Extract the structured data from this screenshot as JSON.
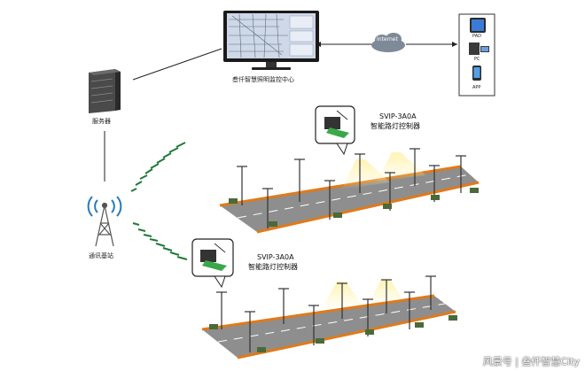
{
  "monitor_center": {
    "label": "叁仟智慧照明监控中心"
  },
  "server": {
    "label": "服务器"
  },
  "base_station": {
    "label": "通讯基站"
  },
  "internet": {
    "label": "Internet"
  },
  "devices": [
    {
      "label": "PAD",
      "icon": "tablet-icon"
    },
    {
      "label": "PC",
      "icon": "pc-icon"
    },
    {
      "label": "APP",
      "icon": "phone-icon"
    }
  ],
  "controller_top": {
    "model": "SVIP-3A0A",
    "name": "智能路灯控制器"
  },
  "controller_bottom": {
    "model": "SVIP-3A0A",
    "name": "智能路灯控制器"
  },
  "watermark": "风景号 | 叁仟智慧City",
  "colors": {
    "signal": "#1f7a3a",
    "road": "#8e8e8e",
    "road_edge": "#e07a1a",
    "cloud": "#7f8a99",
    "monitor_screen": "#cfd8e6"
  }
}
